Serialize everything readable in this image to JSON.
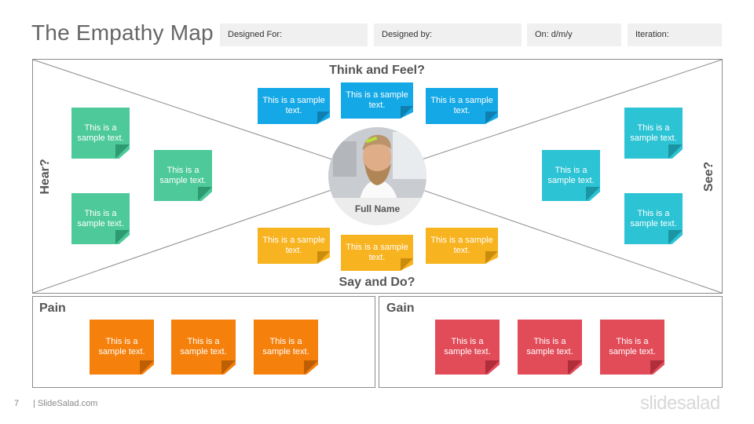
{
  "title": "The Empathy Map",
  "fields": {
    "designed_for": "Designed For:",
    "designed_by": "Designed by:",
    "on": "On: d/m/y",
    "iteration": "Iteration:"
  },
  "map": {
    "think_feel": "Think and Feel?",
    "say_do": "Say and Do?",
    "hear": "Hear?",
    "see": "See?",
    "full_name": "Full Name"
  },
  "notes": {
    "text": "This is a sample text.",
    "hear": [
      "This is a sample text.",
      "This is a sample text.",
      "This is a sample text."
    ],
    "see": [
      "This is a sample text.",
      "This is a sample text.",
      "This is a sample text."
    ],
    "think": [
      "This is a sample text.",
      "This is a sample text.",
      "This is a sample text."
    ],
    "say": [
      "This is a sample text.",
      "This is a sample text.",
      "This is a sample text."
    ],
    "pain": [
      "This is a sample text.",
      "This is a sample text.",
      "This is a sample text."
    ],
    "gain": [
      "This is a sample text.",
      "This is a sample text.",
      "This is a sample text."
    ]
  },
  "pain_label": "Pain",
  "gain_label": "Gain",
  "footer": {
    "page_number": "7",
    "site": "| SlideSalad.com",
    "brand": "slidesalad"
  },
  "colors": {
    "hear": "#4dc99a",
    "see": "#2cc3d4",
    "think": "#14a8e6",
    "say": "#f8b320",
    "pain": "#f5800c",
    "gain": "#e24c59"
  }
}
